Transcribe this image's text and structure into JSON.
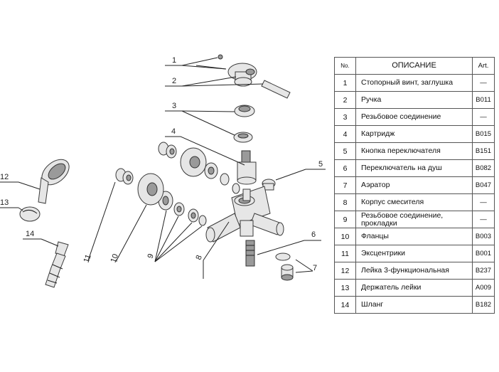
{
  "table": {
    "headers": {
      "no": "No.",
      "description": "ОПИСАНИЕ",
      "art": "Art."
    },
    "rows": [
      {
        "no": "1",
        "description": "Стопорный винт, заглушка",
        "art": "—"
      },
      {
        "no": "2",
        "description": "Ручка",
        "art": "B011"
      },
      {
        "no": "3",
        "description": "Резьбовое соединение",
        "art": "—"
      },
      {
        "no": "4",
        "description": "Картридж",
        "art": "B015"
      },
      {
        "no": "5",
        "description": "Кнопка переключателя",
        "art": "B151"
      },
      {
        "no": "6",
        "description": "Переключатель на душ",
        "art": "B082"
      },
      {
        "no": "7",
        "description": "Аэратор",
        "art": "B047"
      },
      {
        "no": "8",
        "description": "Корпус смесителя",
        "art": "—"
      },
      {
        "no": "9",
        "description": "Резьбовое соединение, прокладки",
        "art": "—"
      },
      {
        "no": "10",
        "description": "Фланцы",
        "art": "B003"
      },
      {
        "no": "11",
        "description": "Эксцентрики",
        "art": "B001"
      },
      {
        "no": "12",
        "description": "Лейка 3-функциональная",
        "art": "B237"
      },
      {
        "no": "13",
        "description": "Держатель лейки",
        "art": "A009"
      },
      {
        "no": "14",
        "description": "Шланг",
        "art": "B182"
      }
    ]
  },
  "callouts": [
    "1",
    "2",
    "3",
    "4",
    "5",
    "6",
    "7",
    "8",
    "9",
    "10",
    "11",
    "12",
    "13",
    "14"
  ],
  "colors": {
    "line": "#222222",
    "part_fill": "#e6e6e6",
    "part_dark": "#9a9a9a"
  }
}
